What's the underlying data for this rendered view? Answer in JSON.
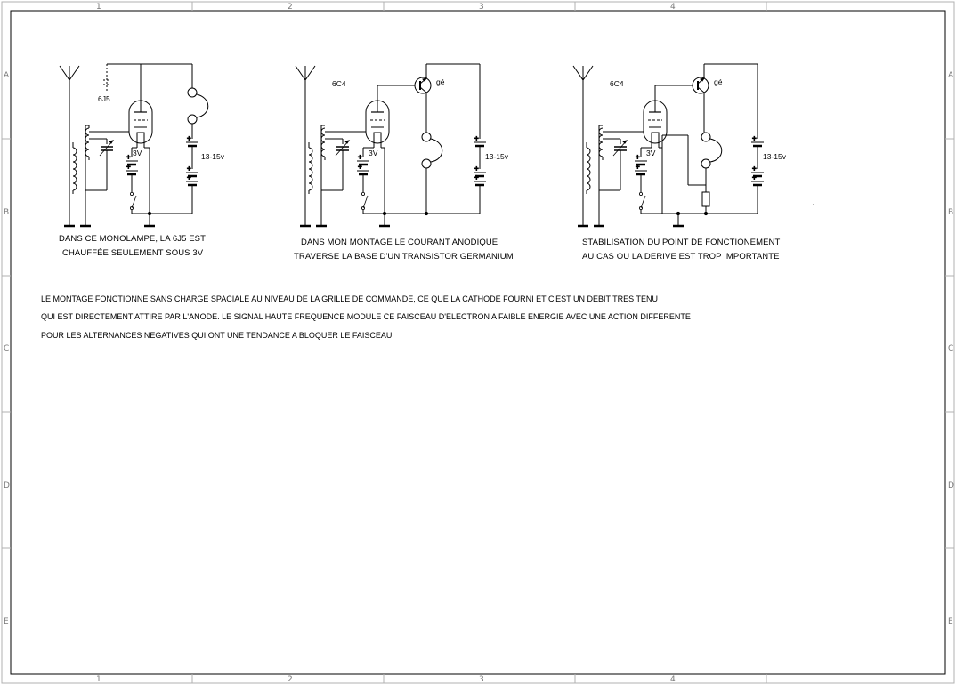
{
  "frame": {
    "columns": [
      "1",
      "2",
      "3",
      "4"
    ],
    "rows": [
      "A",
      "B",
      "C",
      "D",
      "E"
    ]
  },
  "circuits": [
    {
      "tube": "6J5",
      "filament": "3V",
      "supply": "13-15v",
      "caption": [
        "DANS CE MONOLAMPE, LA 6J5 EST",
        "CHAUFFÉE SEULEMENT SOUS 3V"
      ]
    },
    {
      "tube": "6C4",
      "transistor": "gé",
      "filament": "3V",
      "supply": "13-15v",
      "caption": [
        "DANS MON MONTAGE LE COURANT ANODIQUE",
        "TRAVERSE LA BASE D'UN TRANSISTOR GERMANIUM"
      ]
    },
    {
      "tube": "6C4",
      "transistor": "gé",
      "filament": "3V",
      "supply": "13-15v",
      "caption": [
        "STABILISATION DU POINT DE FONCTIONEMENT",
        "AU CAS OU LA DERIVE EST TROP IMPORTANTE"
      ]
    }
  ],
  "notes": [
    "LE MONTAGE FONCTIONNE SANS CHARGE SPACIALE AU NIVEAU DE LA GRILLE DE COMMANDE, CE QUE LA CATHODE FOURNI ET C'EST UN DEBIT TRES TENU",
    "QUI EST DIRECTEMENT ATTIRE PAR L'ANODE. LE SIGNAL HAUTE FREQUENCE  MODULE CE FAISCEAU D'ELECTRON A FAIBLE ENERGIE  AVEC UNE  ACTION  DIFFERENTE",
    "POUR LES ALTERNANCES NEGATIVES QUI ONT UNE TENDANCE A BLOQUER LE FAISCEAU"
  ]
}
